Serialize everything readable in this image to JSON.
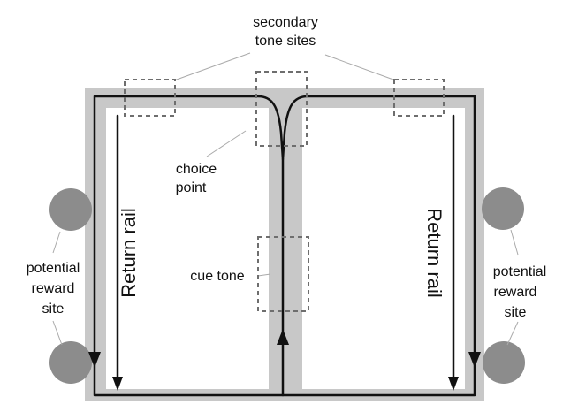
{
  "labels": {
    "secondary_tone_sites_line1": "secondary",
    "secondary_tone_sites_line2": "tone sites",
    "choice_point_line1": "choice",
    "choice_point_line2": "point",
    "cue_tone": "cue tone",
    "return_rail_left": "Return rail",
    "return_rail_right": "Return rail",
    "reward_left_line1": "potential",
    "reward_left_line2": "reward",
    "reward_left_line3": "site",
    "reward_right_line1": "potential",
    "reward_right_line2": "reward",
    "reward_right_line3": "site"
  },
  "colors": {
    "track": "#c8c8c8",
    "reward_site": "#8c8c8c",
    "path": "#111111",
    "dashed_box": "#6e6e6e",
    "leader_line": "#aaaaaa"
  }
}
